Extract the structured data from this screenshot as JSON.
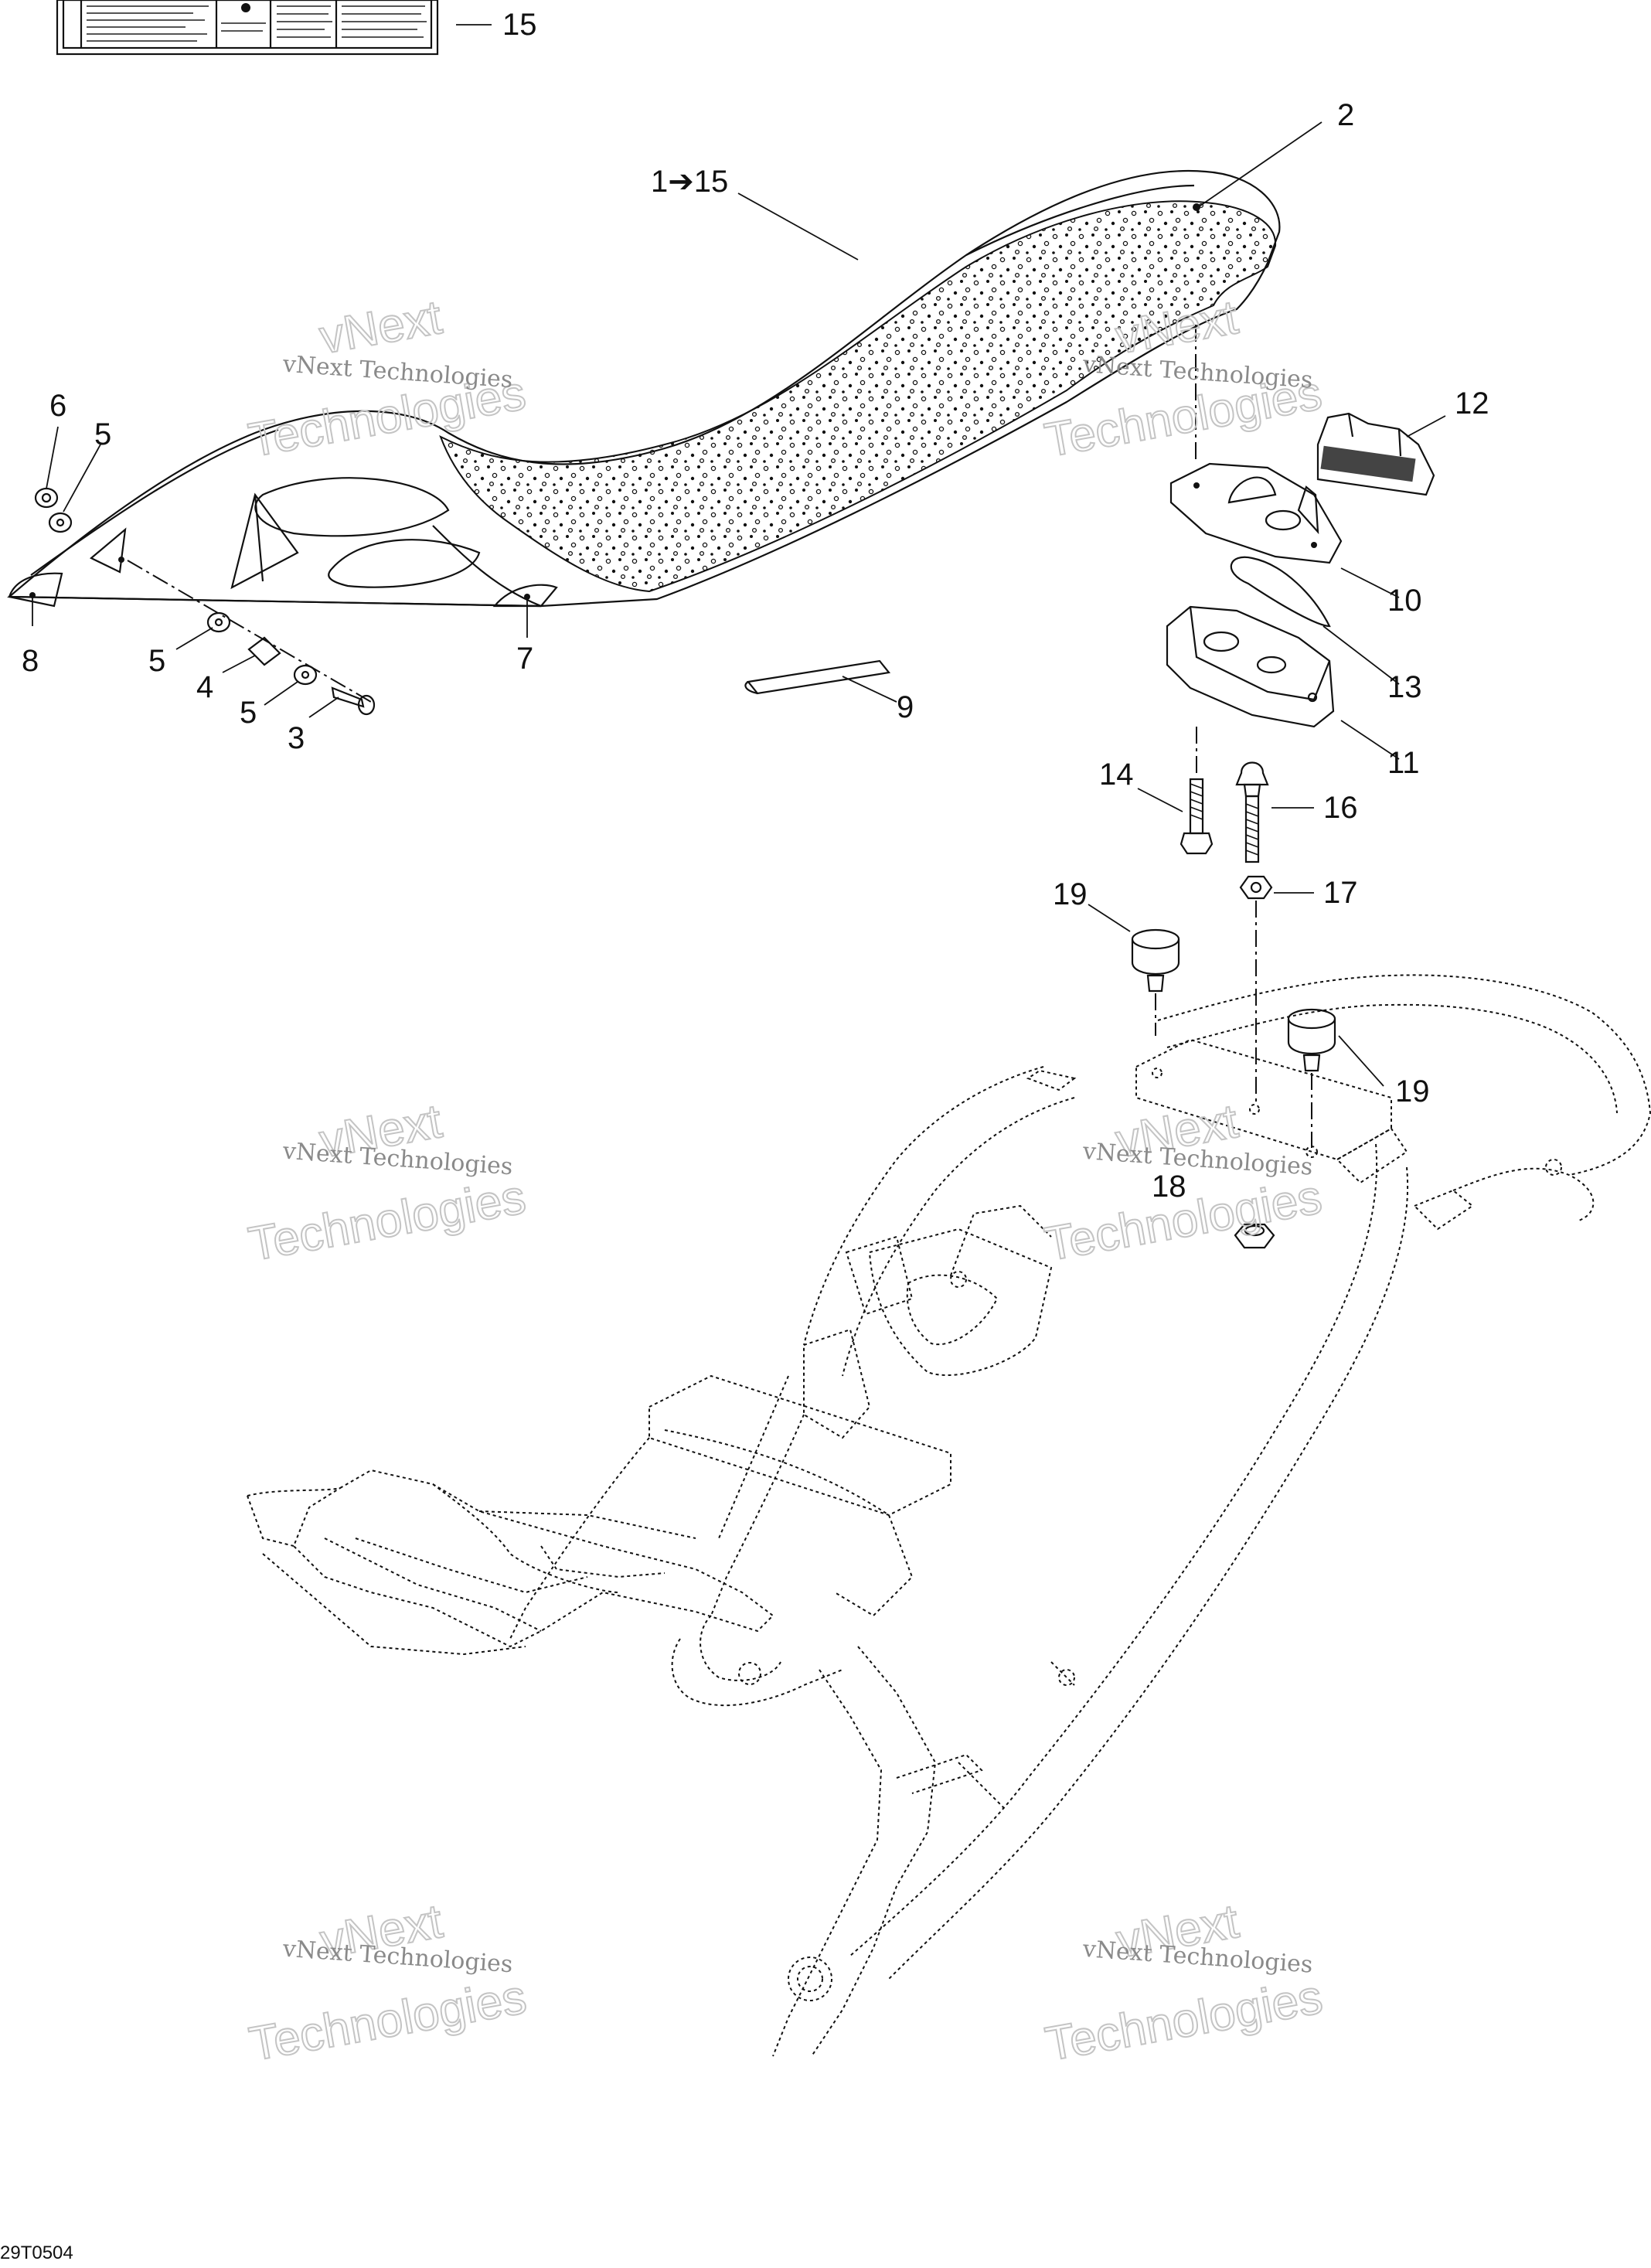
{
  "diagram": {
    "reference_code": "29T0504",
    "watermark": {
      "line1": "vNext Technologies",
      "line2": "vNext",
      "line3": "Technologies"
    },
    "callouts": [
      {
        "id": "c15",
        "label": "15"
      },
      {
        "id": "c2",
        "label": "2"
      },
      {
        "id": "c1to15",
        "label": "1➔15"
      },
      {
        "id": "c6",
        "label": "6"
      },
      {
        "id": "c5a",
        "label": "5"
      },
      {
        "id": "c8",
        "label": "8"
      },
      {
        "id": "c5b",
        "label": "5"
      },
      {
        "id": "c4",
        "label": "4"
      },
      {
        "id": "c5c",
        "label": "5"
      },
      {
        "id": "c3",
        "label": "3"
      },
      {
        "id": "c7",
        "label": "7"
      },
      {
        "id": "c9",
        "label": "9"
      },
      {
        "id": "c12",
        "label": "12"
      },
      {
        "id": "c10",
        "label": "10"
      },
      {
        "id": "c13",
        "label": "13"
      },
      {
        "id": "c11",
        "label": "11"
      },
      {
        "id": "c14",
        "label": "14"
      },
      {
        "id": "c16",
        "label": "16"
      },
      {
        "id": "c17",
        "label": "17"
      },
      {
        "id": "c19a",
        "label": "19"
      },
      {
        "id": "c19b",
        "label": "19"
      },
      {
        "id": "c18",
        "label": "18"
      }
    ]
  }
}
